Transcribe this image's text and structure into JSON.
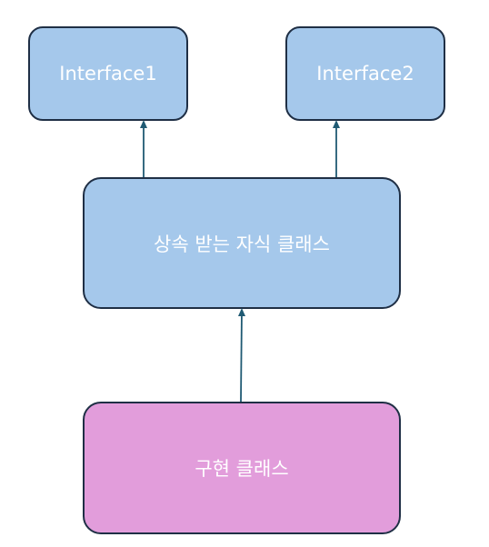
{
  "diagram": {
    "nodes": {
      "interface1": {
        "label": "Interface1",
        "color": "#a5c8eb"
      },
      "interface2": {
        "label": "Interface2",
        "color": "#a5c8eb"
      },
      "child_class": {
        "label": "상속 받는 자식 클래스",
        "color": "#a5c8eb"
      },
      "impl_class": {
        "label": "구현 클래스",
        "color": "#e29ddb"
      }
    },
    "edges": [
      {
        "from": "child_class",
        "to": "interface1"
      },
      {
        "from": "child_class",
        "to": "interface2"
      },
      {
        "from": "impl_class",
        "to": "child_class"
      }
    ],
    "edge_color": "#1f5a73",
    "border_color": "#1f2f45"
  }
}
